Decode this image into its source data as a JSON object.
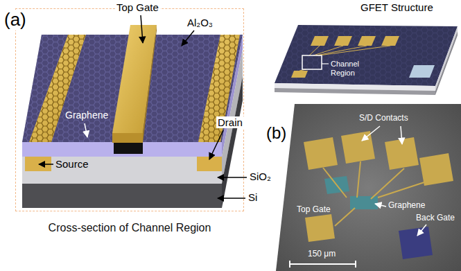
{
  "diagram": {
    "nodes": [
      {
        "text": [
          "Cross-section of Channel Region"
        ]
      }
    ],
    "labels": [
      "(a)",
      "Top Gate",
      "Al₂O₃",
      "Graphene",
      "Drain",
      "Source",
      "SiO₂",
      "Si",
      "GFET Structure",
      "Channel Region",
      "(b)",
      "S/D Contacts",
      "Graphene",
      "Top Gate",
      "Back Gate",
      "150 μm"
    ]
  }
}
